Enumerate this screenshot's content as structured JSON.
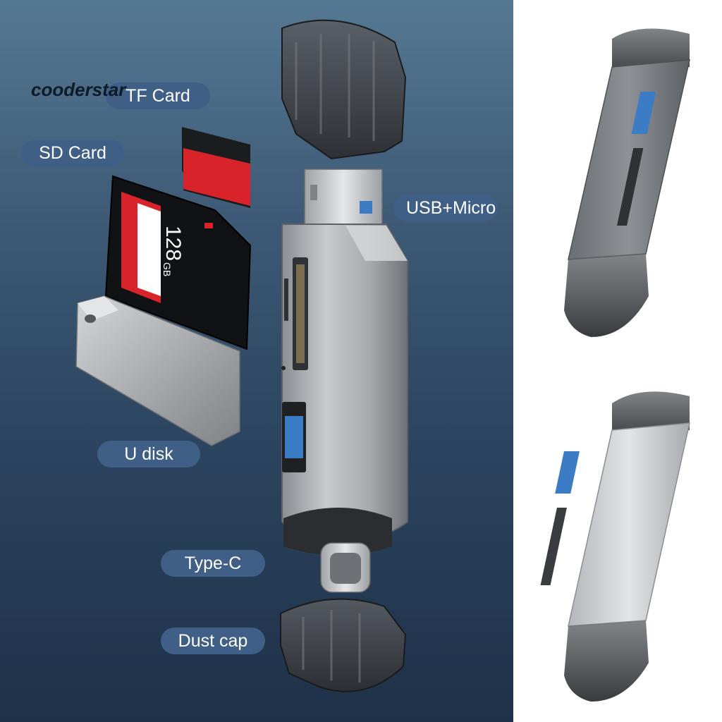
{
  "brand": {
    "name": "cooderstar"
  },
  "labels": {
    "tf_card": "TF Card",
    "sd_card": "SD Card",
    "usb_micro": "USB+Micro",
    "u_disk": "U disk",
    "type_c": "Type-C",
    "dust_cap": "Dust cap"
  },
  "sd_card": {
    "capacity": "128",
    "unit": "GB"
  },
  "colors": {
    "label_bg": "#3f5f86",
    "label_text": "#ffffff",
    "background_top": "#557892",
    "background_bottom": "#1e3148",
    "reader_dark_grey": "#7b7e83",
    "reader_light_silver": "#c9cbcd",
    "cap_smoke": "#3a3c40",
    "usb_port_blue": "#3c7cc4",
    "card_red": "#d8232a"
  }
}
